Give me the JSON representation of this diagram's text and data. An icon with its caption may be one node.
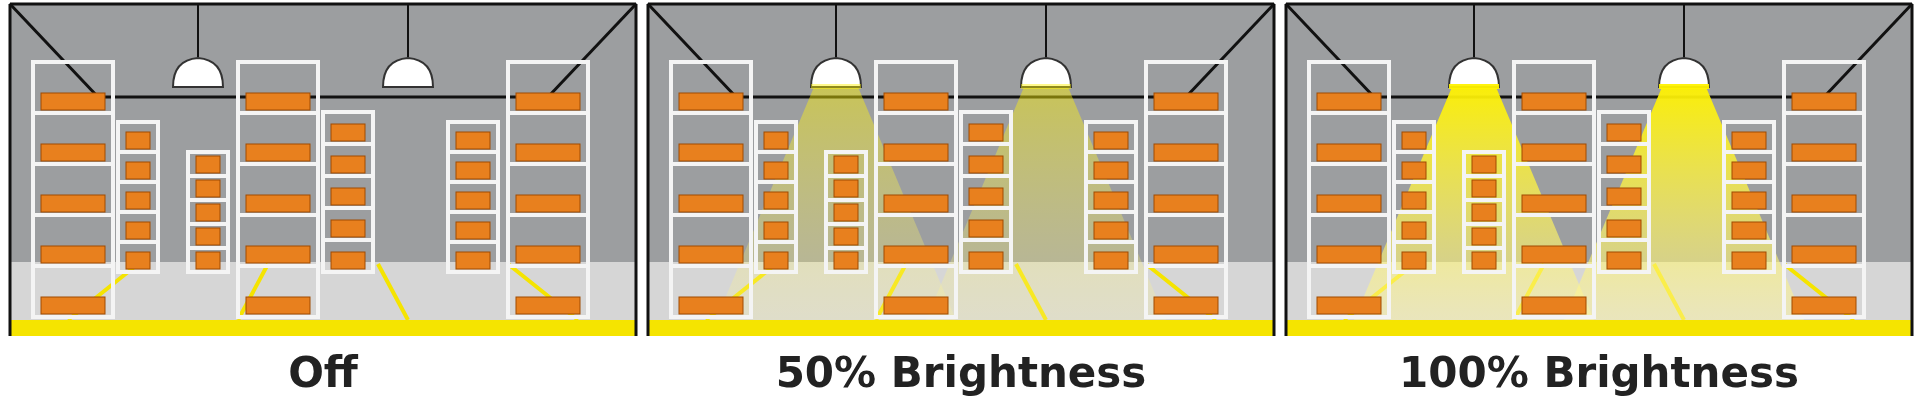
{
  "diagram": {
    "labels": [
      "Off",
      "50% Brightness",
      "100% Brightness"
    ]
  }
}
